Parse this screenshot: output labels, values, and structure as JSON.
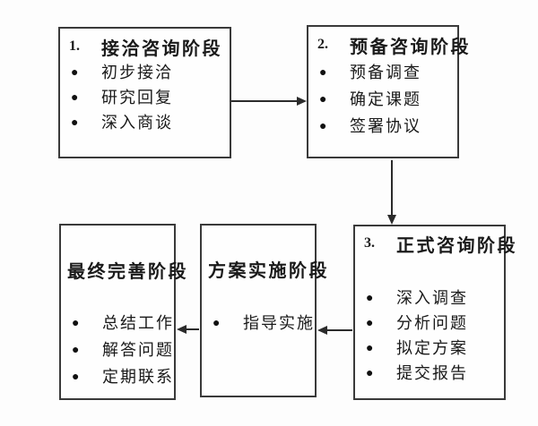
{
  "diagram": {
    "type": "flowchart",
    "icons": {
      "bullet": "●"
    },
    "colors": {
      "background": "#fdfdfd",
      "box_fill": "#fefefe",
      "border": "#3a3a3a",
      "text": "#1a1a1a",
      "arrow": "#2b2b2b"
    },
    "boxes": [
      {
        "number": "1.",
        "title": "接洽咨询阶段",
        "items": [
          "初步接洽",
          "研究回复",
          "深入商谈"
        ]
      },
      {
        "number": "2.",
        "title": "预备咨询阶段",
        "items": [
          "预备调查",
          "确定课题",
          "签署协议"
        ]
      },
      {
        "number": "3.",
        "title": "正式咨询阶段",
        "items": [
          "深入调查",
          "分析问题",
          "拟定方案",
          "提交报告"
        ]
      },
      {
        "number": "",
        "title": "方案实施阶段",
        "items": [
          "指导实施"
        ]
      },
      {
        "number": "",
        "title": "最终完善阶段",
        "items": [
          "总结工作",
          "解答问题",
          "定期联系"
        ]
      }
    ],
    "connections": [
      {
        "from": "接洽咨询阶段",
        "to": "预备咨询阶段",
        "direction": "right"
      },
      {
        "from": "预备咨询阶段",
        "to": "正式咨询阶段",
        "direction": "down"
      },
      {
        "from": "正式咨询阶段",
        "to": "方案实施阶段",
        "direction": "left"
      },
      {
        "from": "方案实施阶段",
        "to": "最终完善阶段",
        "direction": "left"
      }
    ]
  }
}
